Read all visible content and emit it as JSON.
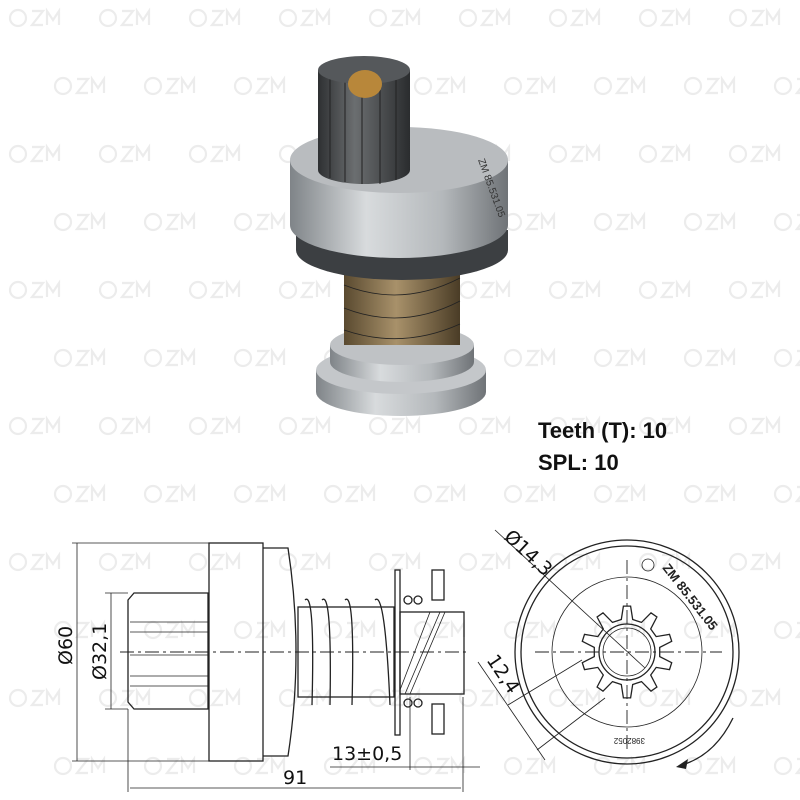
{
  "watermark": "ZM",
  "specs": {
    "teeth": "Teeth (T): 10",
    "spl": "SPL: 10"
  },
  "side_view": {
    "outer_diameter": "Ø60",
    "pinion_diameter": "Ø32,1",
    "offset": "13±0,5",
    "length": "91"
  },
  "front_view": {
    "bore_diameter": "Ø14,3",
    "tooth_dimension": "12,4",
    "part_marking": "ZM 85.531.05",
    "serial_marking": "3982052"
  },
  "colors": {
    "housing": "#a9adb1",
    "pinion": "#4a4d50",
    "bushing": "#b8873a",
    "line": "#222222"
  }
}
